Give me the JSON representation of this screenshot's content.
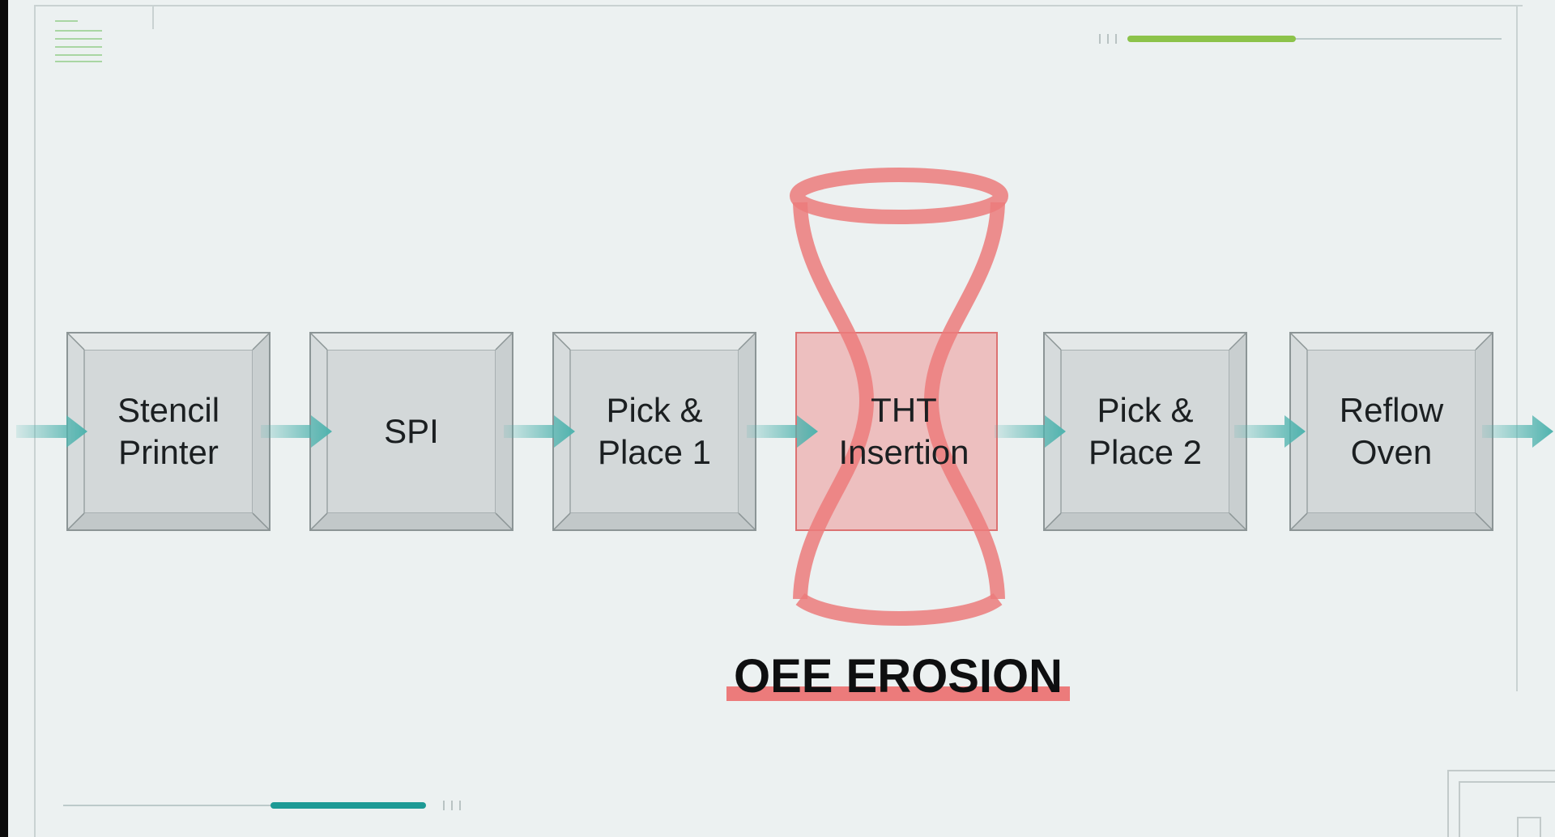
{
  "diagram": {
    "stations": [
      {
        "label": "Stencil\nPrinter",
        "highlighted": false
      },
      {
        "label": "SPI",
        "highlighted": false
      },
      {
        "label": "Pick &\nPlace 1",
        "highlighted": false
      },
      {
        "label": "THT\nInsertion",
        "highlighted": true
      },
      {
        "label": "Pick &\nPlace 2",
        "highlighted": false
      },
      {
        "label": "Reflow\nOven",
        "highlighted": false
      }
    ],
    "callout": "OEE EROSION"
  },
  "colors": {
    "background": "#ecf1f1",
    "station_fill": "#d6dbdc",
    "arrow": "#4fb3ae",
    "highlight": "#ec7b7b",
    "accent_green": "#8cc34a",
    "accent_teal": "#1d9a95"
  },
  "icons": [
    "menu-lines-icon",
    "flow-arrow-icon",
    "hourglass-icon",
    "corner-bracket-icon"
  ]
}
